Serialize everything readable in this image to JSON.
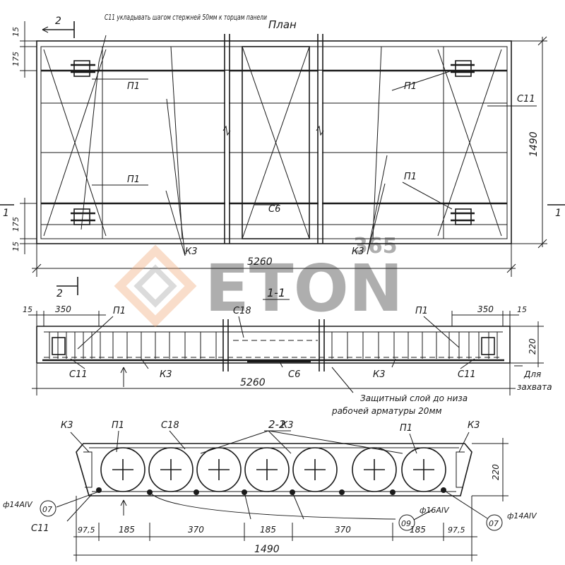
{
  "plan": {
    "title": "План",
    "note": "С11 укладывать шагом стержней 50мм к торцам панели",
    "section_mark_2": "2",
    "section_mark_1": "1",
    "length": "5260",
    "width": "1490",
    "dim_top_15": "15",
    "dim_top_175": "175",
    "dim_bot_175": "175",
    "dim_bot_15": "15",
    "label_p1_a": "П1",
    "label_p1_b": "П1",
    "label_p1_c": "П1",
    "label_p1_d": "П1",
    "label_c11": "С11",
    "label_c6": "С6",
    "label_k3_a": "К3",
    "label_k3_b": "К3"
  },
  "section_1": {
    "title": "1-1",
    "dim_15_left": "15",
    "dim_350_left": "350",
    "dim_350_right": "350",
    "dim_15_right": "15",
    "height": "220",
    "length": "5260",
    "label_p1_a": "П1",
    "label_p1_b": "П1",
    "label_c18": "С18",
    "label_c11_a": "С11",
    "label_c11_b": "С11",
    "label_k3_a": "К3",
    "label_k3_b": "К3",
    "label_c6": "С6",
    "label_grip_1": "Для",
    "label_grip_2": "захвата",
    "note_1": "Защитный слой до низа",
    "note_2": "рабочей арматуры 20мм"
  },
  "section_2": {
    "title": "2-2",
    "label_k3_a": "К3",
    "label_p1_a": "П1",
    "label_c18": "С18",
    "label_k3_b": "К3",
    "label_p1_b": "П1",
    "label_k3_c": "К3",
    "height": "220",
    "rebar_left": "ф14АIV",
    "rebar_mid": "ф16АIV",
    "rebar_right": "ф14АIV",
    "callout_07_left": "07",
    "callout_09": "09",
    "callout_07_right": "07",
    "label_c11": "С11",
    "dims": [
      "97,5",
      "185",
      "370",
      "185",
      "370",
      "185",
      "97,5"
    ],
    "width": "1490"
  },
  "watermark": {
    "brand": "ETON",
    "sub": "365"
  },
  "colors": {
    "ink": "#1a1a1a",
    "watermark_orange": "#f0a06a",
    "watermark_gray": "#9a9a9a"
  }
}
